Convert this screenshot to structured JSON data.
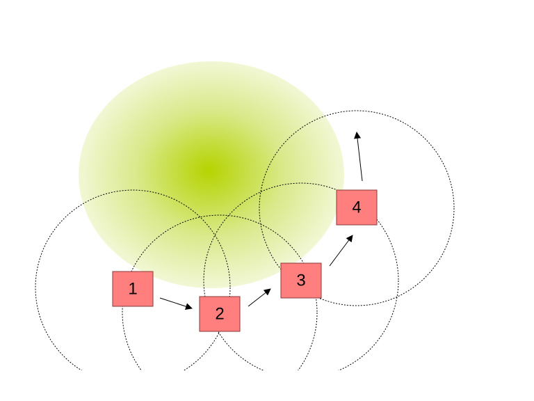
{
  "colors": {
    "background": "#ffffff",
    "target_center": "#b5d300",
    "target_edge": "#f2f7d5",
    "node_fill": "#ff7f7f",
    "node_border": "#8b3a3a",
    "range_line": "#000000",
    "arrow": "#000000"
  },
  "target_area": {
    "name": "green-target-region",
    "style": "radial-gradient"
  },
  "nodes": [
    {
      "label": "1"
    },
    {
      "label": "2"
    },
    {
      "label": "3"
    },
    {
      "label": "4"
    }
  ],
  "range_circles": {
    "style": "dotted",
    "count": 4
  },
  "arrows": [
    {
      "from": "1",
      "to": "2"
    },
    {
      "from": "2",
      "to": "3"
    },
    {
      "from": "3",
      "to": "4"
    },
    {
      "from": "4",
      "to": "onward"
    }
  ]
}
